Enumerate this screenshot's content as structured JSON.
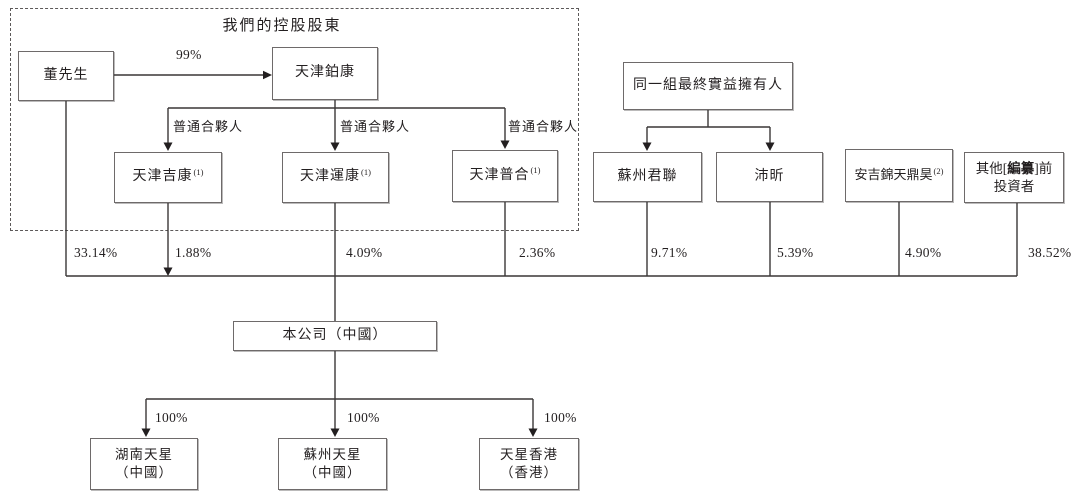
{
  "groups": {
    "controlling": {
      "title": "我們的控股股東"
    }
  },
  "nodes": {
    "mr_dong": {
      "label": "董先生"
    },
    "tianjin_bokang": {
      "label": "天津鉑康"
    },
    "tianjin_jikang": {
      "label": "天津吉康",
      "sup": "(1)"
    },
    "tianjin_yunkang": {
      "label": "天津運康",
      "sup": "(1)"
    },
    "tianjin_puhe": {
      "label": "天津普合",
      "sup": "(1)"
    },
    "ubo_group": {
      "label": "同一組最終實益擁有人"
    },
    "suzhou_junlian": {
      "label": "蘇州君聯"
    },
    "peixin": {
      "label": "沛昕"
    },
    "anji_jintian_dinghao": {
      "label": "安吉錦天鼎昊",
      "sup": "(2)"
    },
    "other_investors": {
      "line1_prefix": "其他[",
      "line1_bold": "編纂",
      "line1_suffix": "]前",
      "line2": "投資者"
    },
    "company": {
      "label": "本公司（中國）"
    },
    "hunan_tianxing": {
      "line1": "湖南天星",
      "line2": "（中國）"
    },
    "suzhou_tianxing": {
      "line1": "蘇州天星",
      "line2": "（中國）"
    },
    "tianxing_hk": {
      "line1": "天星香港",
      "line2": "（香港）"
    }
  },
  "edges": {
    "dong_to_bokang_pct": "99%",
    "gp_labels": [
      "普通合夥人",
      "普通合夥人",
      "普通合夥人"
    ],
    "ownership_pcts": [
      "33.14%",
      "1.88%",
      "4.09%",
      "2.36%",
      "9.71%",
      "5.39%",
      "4.90%",
      "38.52%"
    ],
    "subsidiary_pcts": [
      "100%",
      "100%",
      "100%"
    ]
  },
  "colors": {
    "line": "#3a3737",
    "box_border": "#6e6a6a",
    "text": "#231f20",
    "background": "#ffffff"
  }
}
